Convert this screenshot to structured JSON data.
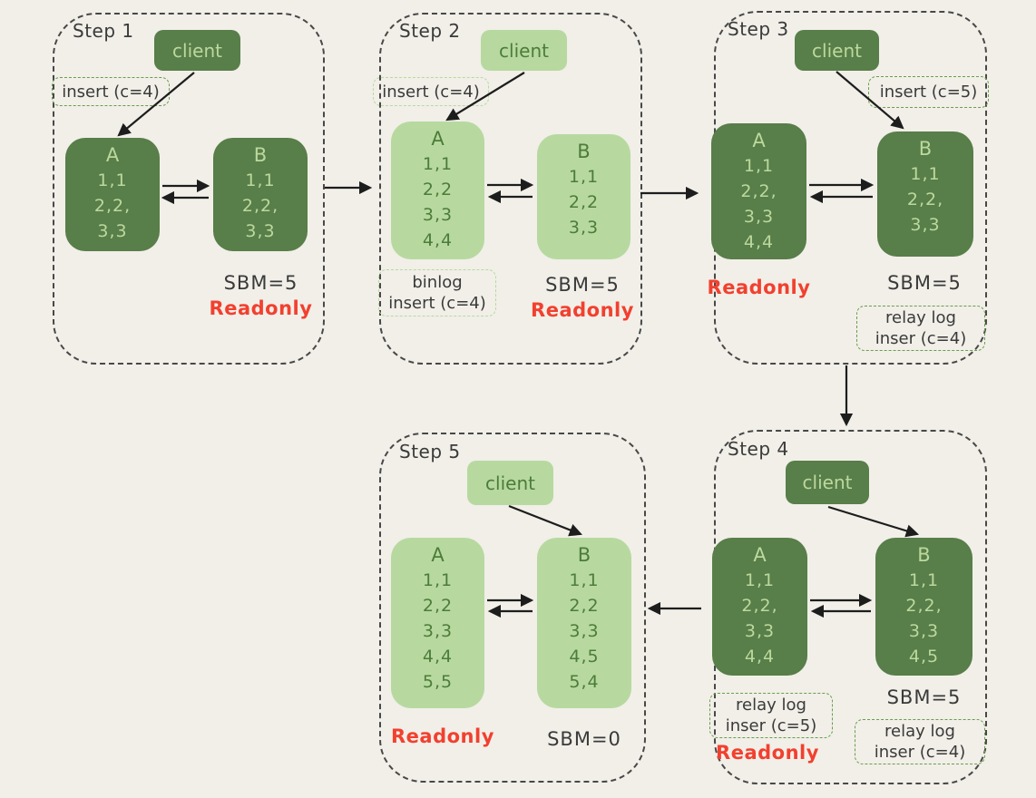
{
  "colors": {
    "background": "#f1efe8",
    "dark_green": "#587e49",
    "light_green": "#b7d9a0",
    "text_on_dark": "#bcd89d",
    "text_on_light": "#4d7c3a",
    "step_border": "#484848",
    "tag_border_strong": "#6a9d4e",
    "tag_border_soft": "#b8d9a0",
    "readonly_red": "#f2402f",
    "ink": "#3a3a3a"
  },
  "steps": [
    {
      "label": "Step 1",
      "client_label": "client",
      "insert_label": "insert (c=4)",
      "node_a": {
        "title": "A",
        "rows": [
          "1,1",
          "2,2,",
          "3,3"
        ]
      },
      "node_b": {
        "title": "B",
        "rows": [
          "1,1",
          "2,2,",
          "3,3"
        ]
      },
      "sbm_label": "SBM=5",
      "readonly_label": "Readonly"
    },
    {
      "label": "Step 2",
      "client_label": "client",
      "insert_label": "insert (c=4)",
      "node_a": {
        "title": "A",
        "rows": [
          "1,1",
          "2,2",
          "3,3",
          "4,4"
        ]
      },
      "node_b": {
        "title": "B",
        "rows": [
          "1,1",
          "2,2",
          "3,3"
        ]
      },
      "binlog_lines": [
        "binlog",
        "insert (c=4)"
      ],
      "sbm_label": "SBM=5",
      "readonly_label": "Readonly"
    },
    {
      "label": "Step 3",
      "client_label": "client",
      "insert_label": "insert (c=5)",
      "node_a": {
        "title": "A",
        "rows": [
          "1,1",
          "2,2,",
          "3,3",
          "4,4"
        ]
      },
      "node_b": {
        "title": "B",
        "rows": [
          "1,1",
          "2,2,",
          "3,3"
        ]
      },
      "readonly_label": "Readonly",
      "sbm_label": "SBM=5",
      "relay_b_lines": [
        "relay log",
        "inser (c=4)"
      ]
    },
    {
      "label": "Step 4",
      "client_label": "client",
      "node_a": {
        "title": "A",
        "rows": [
          "1,1",
          "2,2,",
          "3,3",
          "4,4"
        ]
      },
      "node_b": {
        "title": "B",
        "rows": [
          "1,1",
          "2,2,",
          "3,3",
          "4,5"
        ]
      },
      "relay_a_lines": [
        "relay log",
        "inser (c=5)"
      ],
      "readonly_label": "Readonly",
      "sbm_label": "SBM=5",
      "relay_b_lines": [
        "relay log",
        "inser (c=4)"
      ]
    },
    {
      "label": "Step 5",
      "client_label": "client",
      "node_a": {
        "title": "A",
        "rows": [
          "1,1",
          "2,2",
          "3,3",
          "4,4",
          "5,5"
        ]
      },
      "node_b": {
        "title": "B",
        "rows": [
          "1,1",
          "2,2",
          "3,3",
          "4,5",
          "5,4"
        ]
      },
      "readonly_label": "Readonly",
      "sbm_label": "SBM=0"
    }
  ]
}
